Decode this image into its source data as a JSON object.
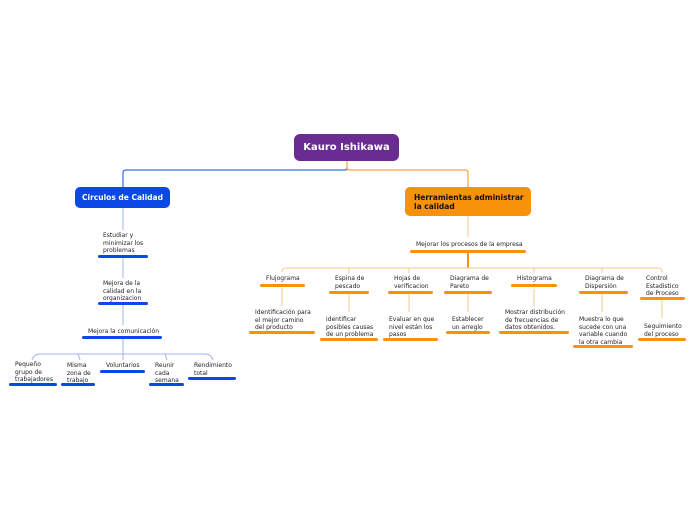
{
  "root": {
    "label": "Kauro Ishikawa"
  },
  "left_branch": {
    "label": "Circulos de Calidad",
    "items": [
      {
        "lines": [
          "Estudiar y",
          "minimizar los",
          "problemas"
        ]
      },
      {
        "lines": [
          "Mejora de la",
          "calidad en la",
          "organizacion"
        ]
      },
      {
        "lines": [
          "Mejora la comunicación"
        ]
      }
    ],
    "sub_items": [
      {
        "lines": [
          "Pequeño",
          "grupo de",
          "trabajadores"
        ]
      },
      {
        "lines": [
          "Misma",
          "zona de",
          "trabajo"
        ]
      },
      {
        "lines": [
          "Voluntarios"
        ]
      },
      {
        "lines": [
          "Reunir",
          "cada",
          "semana"
        ]
      },
      {
        "lines": [
          "Rendimiento",
          "total"
        ]
      }
    ]
  },
  "right_branch": {
    "label_lines": [
      "Herramientas administrar",
      "la calidad"
    ],
    "hub": "Mejorar los procesos de la empresa",
    "tools": [
      {
        "lines": [
          "Flujograma"
        ],
        "detail": [
          "Identificación para",
          "el mejor camino",
          "del producto"
        ]
      },
      {
        "lines": [
          "Espina de",
          "pescado"
        ],
        "detail": [
          "identificar",
          "posibles causas",
          "de un problema"
        ]
      },
      {
        "lines": [
          "Hojas de",
          "verificacion"
        ],
        "detail": [
          "Evaluar en que",
          "nivel están los",
          "pasos"
        ]
      },
      {
        "lines": [
          "Diagrama de",
          "Pareto"
        ],
        "detail": [
          "Establecer",
          "un arreglo"
        ]
      },
      {
        "lines": [
          "Histograma"
        ],
        "detail": [
          "Mostrar distribución",
          "de frecuencias de",
          "datos obtenidos."
        ]
      },
      {
        "lines": [
          "Diagrama de",
          "Dispersión"
        ],
        "detail": [
          "Muestra lo que",
          "sucede con una",
          "variable cuando",
          "la otra cambia"
        ]
      },
      {
        "lines": [
          "Control",
          "Estadistico",
          "de Proceso"
        ],
        "detail": [
          "Seguimiento",
          "del proceso"
        ]
      }
    ]
  },
  "colors": {
    "root": "#6a2c91",
    "left": "#0a49e6",
    "right": "#f7920a"
  }
}
